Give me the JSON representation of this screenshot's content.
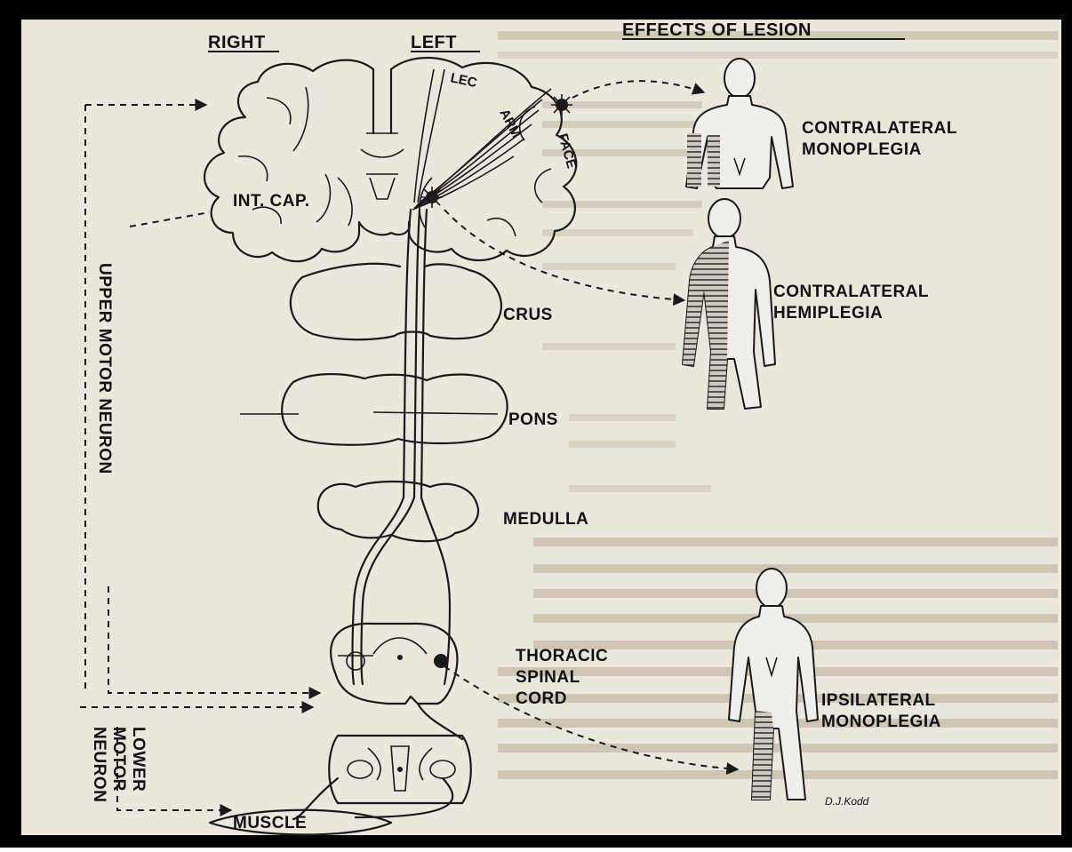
{
  "header": {
    "right": "RIGHT",
    "left": "LEFT",
    "effects": "EFFECTS OF LESION"
  },
  "cortex_labels": {
    "lec": "LEC",
    "arm": "ARM",
    "face": "FACE",
    "int_cap": "INT. CAP."
  },
  "levels": {
    "crus": "CRUS",
    "pons": "PONS",
    "medulla": "MEDULLA",
    "thoracic": [
      "THORACIC",
      "SPINAL",
      "CORD"
    ],
    "muscle": "MUSCLE"
  },
  "side_labels": {
    "upper": "UPPER MOTOR NEURON",
    "lower": [
      "LOWER",
      "MOTOR",
      "NEURON"
    ]
  },
  "effects": {
    "contralateral_monoplegia": [
      "CONTRALATERAL",
      "MONOPLEGIA"
    ],
    "contralateral_hemiplegia": [
      "CONTRALATERAL",
      "HEMIPLEGIA"
    ],
    "ipsilateral_monoplegia": [
      "IPSILATERAL",
      "MONOPLEGIA"
    ]
  },
  "signature": "D.J.Kodd",
  "colors": {
    "paper": "#ece7dd",
    "ink": "#1a1a1a",
    "frame": "#000000"
  }
}
